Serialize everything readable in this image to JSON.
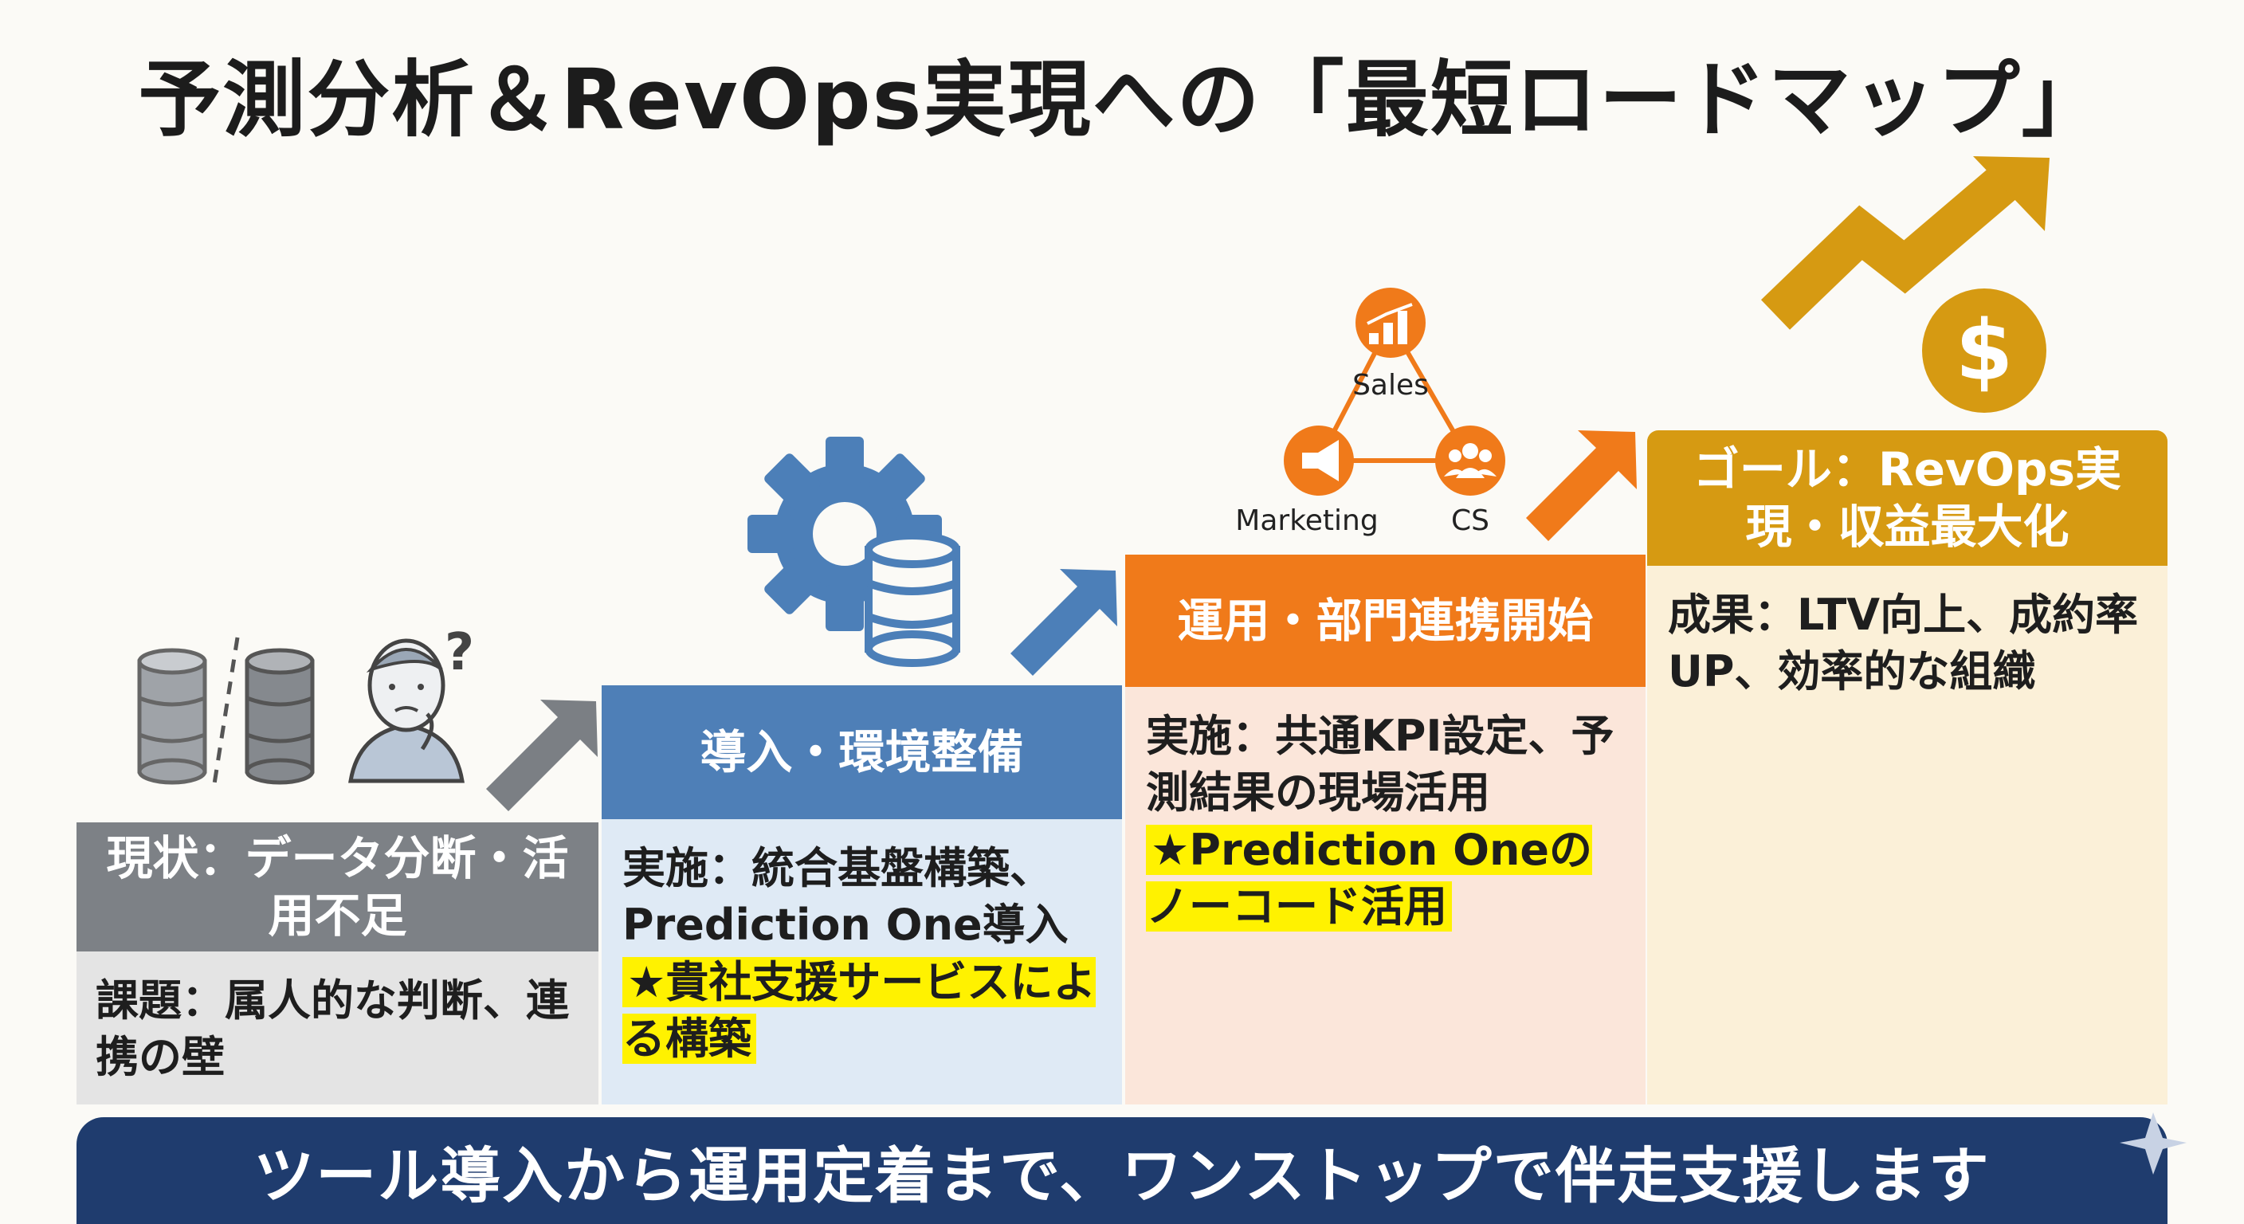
{
  "title": "予測分析＆RevOps実現への「最短ロードマップ」",
  "steps": [
    {
      "header": "現状：データ分断・活用不足",
      "body": "課題：属人的な判断、連携の壁",
      "highlight": "",
      "header_color": "#7d8186",
      "body_color": "#e4e4e4"
    },
    {
      "header": "導入・環境整備",
      "body": "実施：統合基盤構築、Prediction One導入",
      "highlight": "★貴社支援サービスによる構築",
      "header_color": "#4e7fb7",
      "body_color": "#dfeaf5"
    },
    {
      "header": "運用・部門連携開始",
      "body": "実施：共通KPI設定、予測結果の現場活用",
      "highlight": "★Prediction Oneのノーコード活用",
      "header_color": "#f07a1a",
      "body_color": "#fbe6da"
    },
    {
      "header": "ゴール：RevOps実現・収益最大化",
      "body": "成果：LTV向上、成約率UP、効率的な組織",
      "highlight": "",
      "header_color": "#d69a12",
      "body_color": "#fbf0d8"
    }
  ],
  "cycle": {
    "sales": "Sales",
    "marketing": "Marketing",
    "cs": "CS"
  },
  "banner": "ツール導入から運用定着まで、ワンストップで伴走支援します",
  "icons": {
    "current": [
      "database-icon",
      "database-icon",
      "confused-person-icon"
    ],
    "setup": [
      "gear-icon",
      "database-icon"
    ],
    "operation": [
      "bar-chart-icon",
      "megaphone-icon",
      "people-icon"
    ],
    "goal": [
      "trend-arrow-icon",
      "dollar-coin-icon"
    ]
  }
}
